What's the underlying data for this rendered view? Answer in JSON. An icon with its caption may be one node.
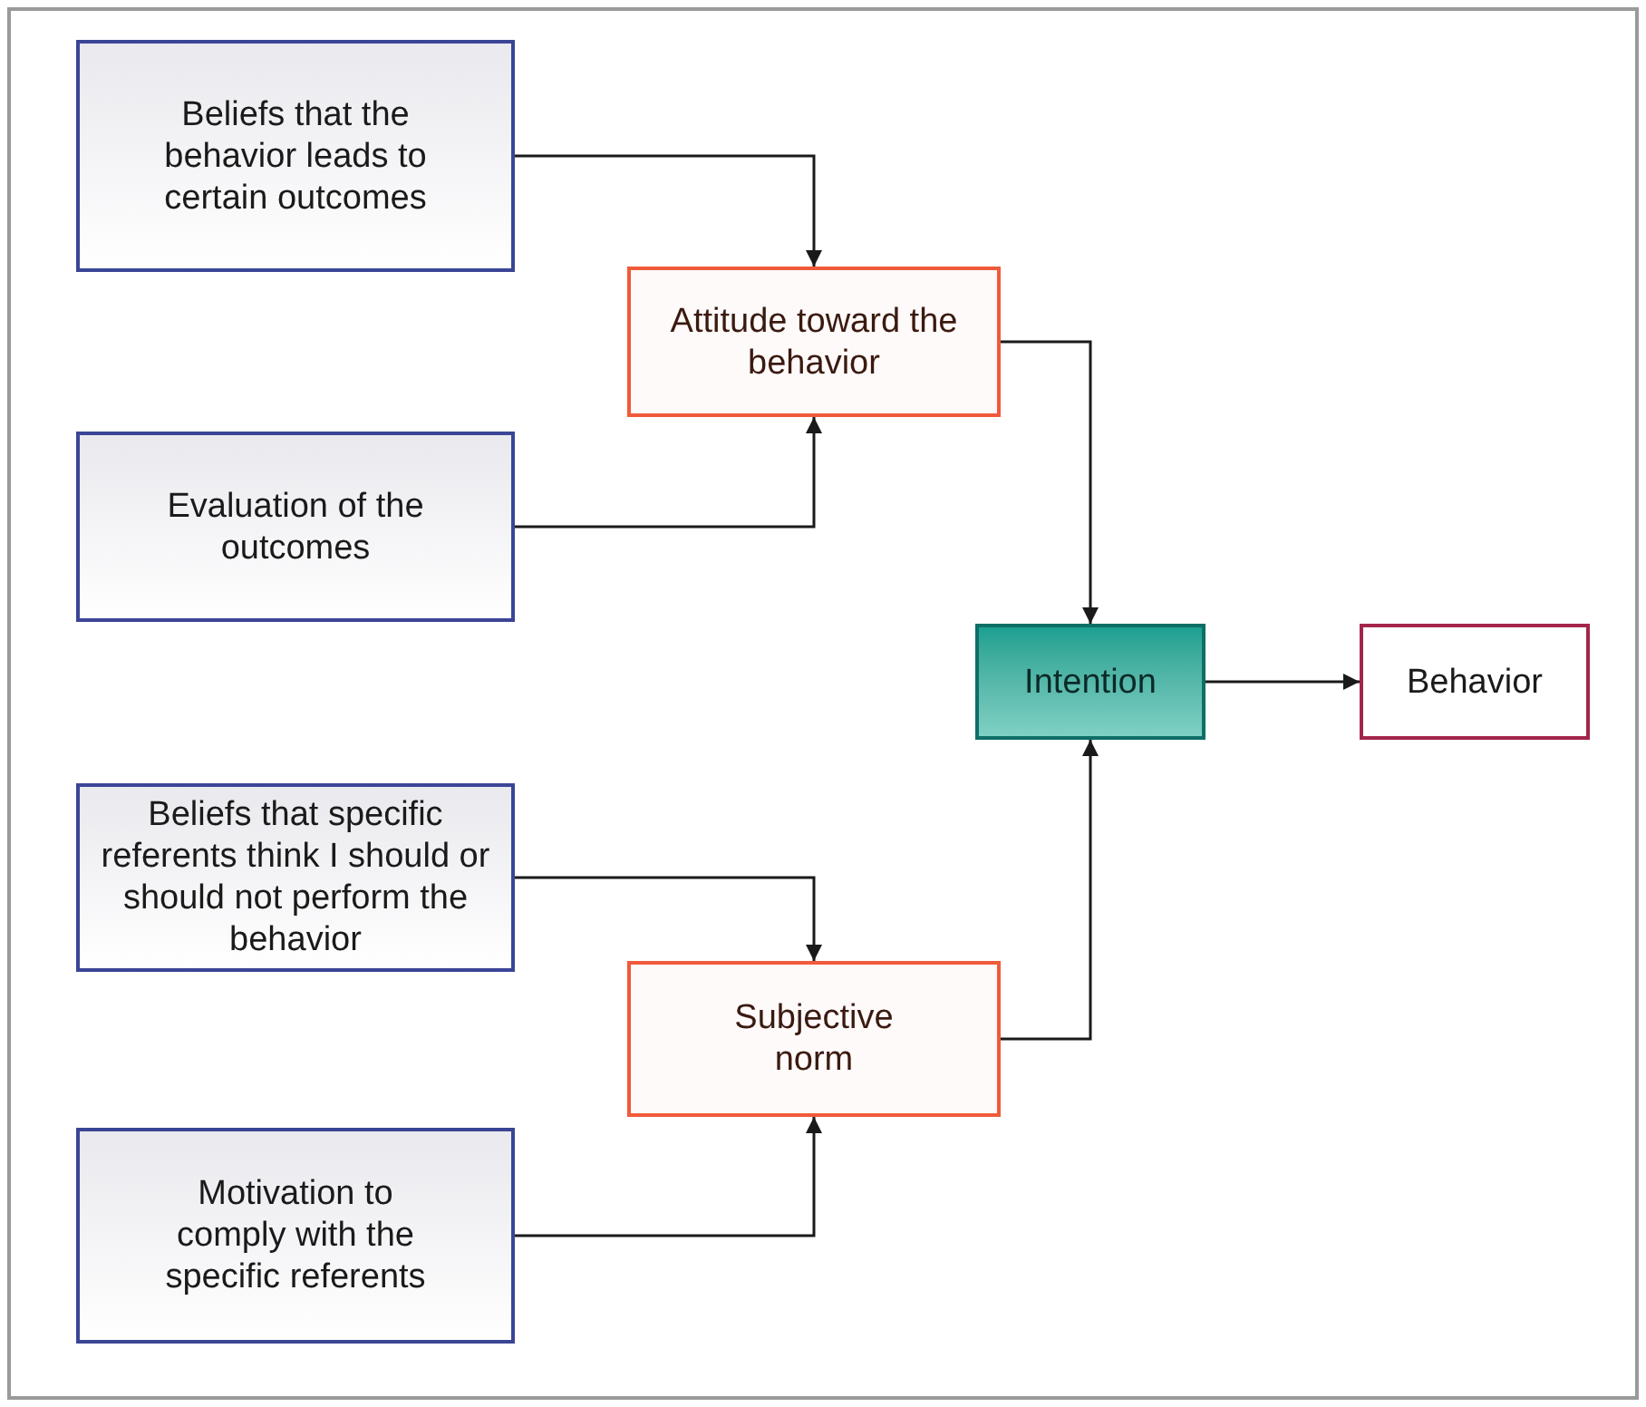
{
  "diagram": {
    "nodes": [
      {
        "text": [
          "Beliefs that the behavior leads to certain outcomes"
        ]
      },
      {
        "text": [
          "Attitude toward the behavior"
        ]
      },
      {
        "text": [
          "Evaluation of the outcomes"
        ]
      },
      {
        "text": [
          "Intention"
        ]
      },
      {
        "text": [
          "Behavior"
        ]
      },
      {
        "text": [
          "Beliefs that specific referents think I should or should not perform the behavior"
        ]
      },
      {
        "text": [
          "Subjective norm"
        ]
      },
      {
        "text": [
          "Motivation to comply with the specific referents"
        ]
      }
    ],
    "edges": [
      {
        "from": 0,
        "to": 1,
        "arrow": "to"
      },
      {
        "from": 2,
        "to": 1,
        "arrow": "to"
      },
      {
        "from": 1,
        "to": 3,
        "arrow": "to"
      },
      {
        "from": 3,
        "to": 4,
        "arrow": "to"
      },
      {
        "from": 5,
        "to": 6,
        "arrow": "to"
      },
      {
        "from": 7,
        "to": 6,
        "arrow": "to"
      },
      {
        "from": 6,
        "to": 3,
        "arrow": "to"
      }
    ]
  }
}
